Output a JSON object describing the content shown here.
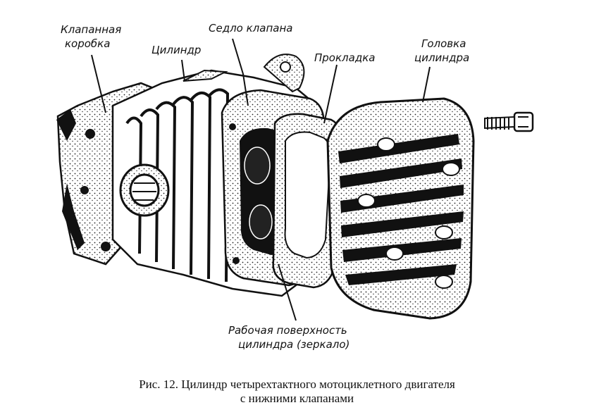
{
  "labels": {
    "valve_box_1": "Клапанная",
    "valve_box_2": "коробка",
    "cylinder": "Цилиндр",
    "valve_seat": "Седло клапана",
    "gasket": "Прокладка",
    "head_1": "Головка",
    "head_2": "цилиндра",
    "surface_1": "Рабочая поверхность",
    "surface_2": "цилиндра (зеркало)"
  },
  "caption": {
    "line1": "Рис. 12. Цилиндр четырехтактного мотоциклетного двигателя",
    "line2": "с нижними клапанами"
  }
}
